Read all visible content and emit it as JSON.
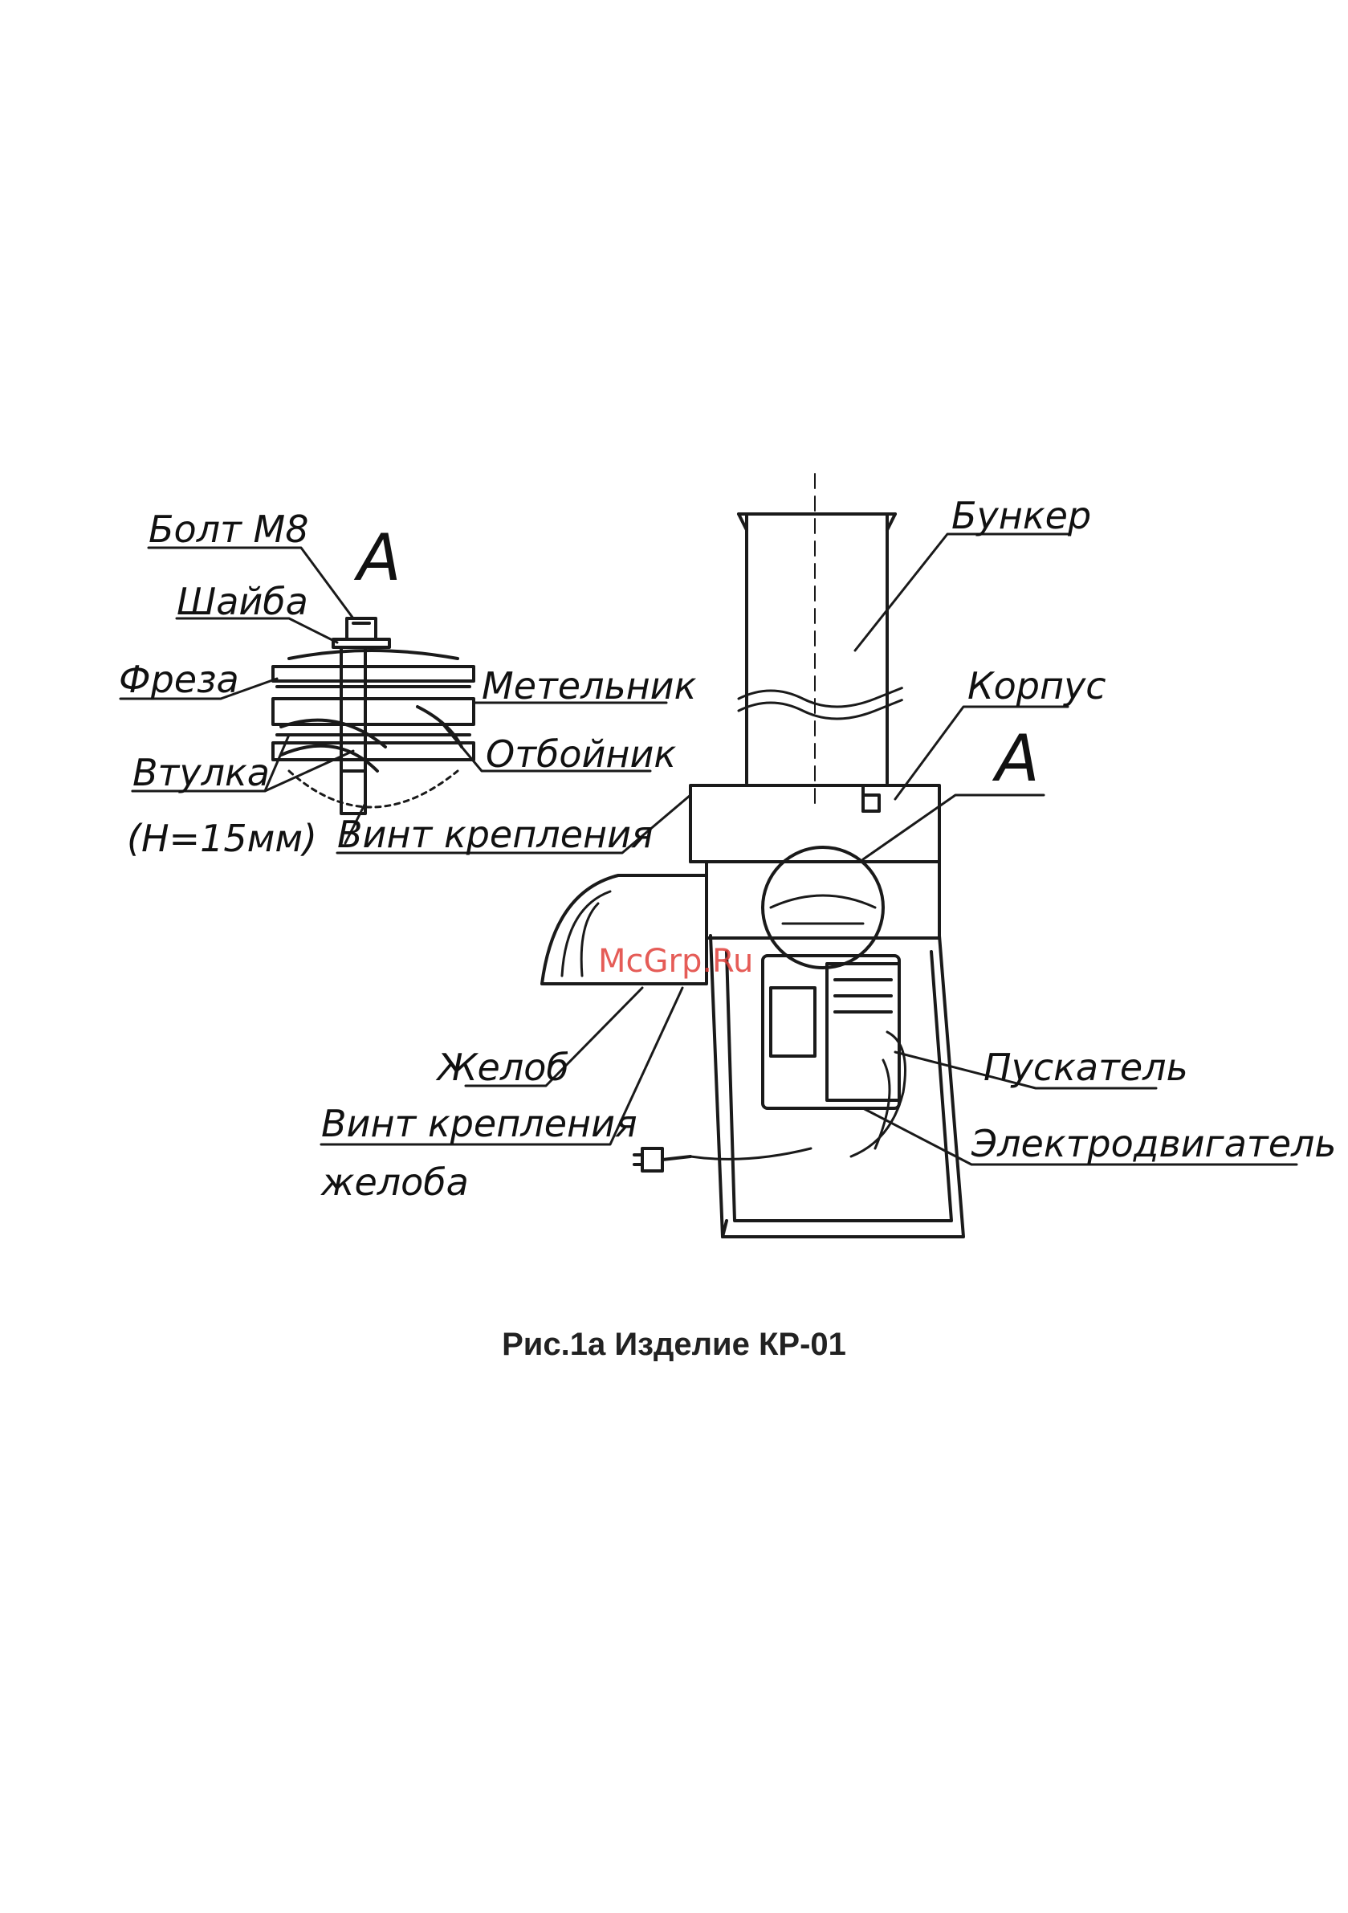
{
  "labels": {
    "bolt": "Болт М8",
    "washer": "Шайба",
    "mill": "Фреза",
    "sleeve": "Втулка",
    "sleeve_height": "(Н=15мм)",
    "beater": "Метельник",
    "deflector": "Отбойник",
    "mount_screw": "Винт крепления",
    "detail_a_1": "А",
    "detail_a_2": "А",
    "hopper": "Бункер",
    "housing": "Корпус",
    "chute": "Желоб",
    "chute_screw_line1": "Винт крепления",
    "chute_screw_line2": "желоба",
    "starter": "Пускатель",
    "motor": "Электродвигатель"
  },
  "watermark": "McGrp.Ru",
  "caption": "Рис.1а Изделие КР-01"
}
